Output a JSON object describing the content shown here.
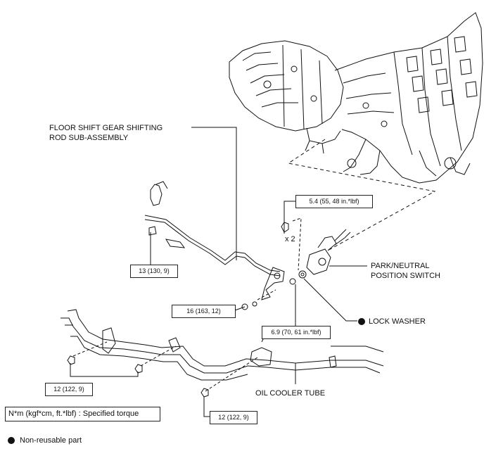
{
  "labels": {
    "floor_shift_line1": "FLOOR SHIFT GEAR SHIFTING",
    "floor_shift_line2": "ROD SUB-ASSEMBLY",
    "park_neutral_line1": "PARK/NEUTRAL",
    "park_neutral_line2": "POSITION SWITCH",
    "lock_washer": "LOCK WASHER",
    "oil_cooler_tube": "OIL COOLER TUBE",
    "bolt_count": "x 2"
  },
  "torques": {
    "switch_bolt": "5.4 (55, 48 in.*lbf)",
    "rod_bracket": "13 (130, 9)",
    "rod_nut": "16 (163, 12)",
    "switch_nut": "6.9 (70, 61 in.*lbf)",
    "tube_clamp_bolts": "12 (122, 9)",
    "tube_bracket_bolt": "12 (122, 9)"
  },
  "legend": {
    "torque_note": "N*m (kgf*cm, ft.*lbf) : Specified torque",
    "non_reusable": "Non-reusable part"
  },
  "colors": {
    "line": "#111111",
    "background": "#ffffff"
  }
}
